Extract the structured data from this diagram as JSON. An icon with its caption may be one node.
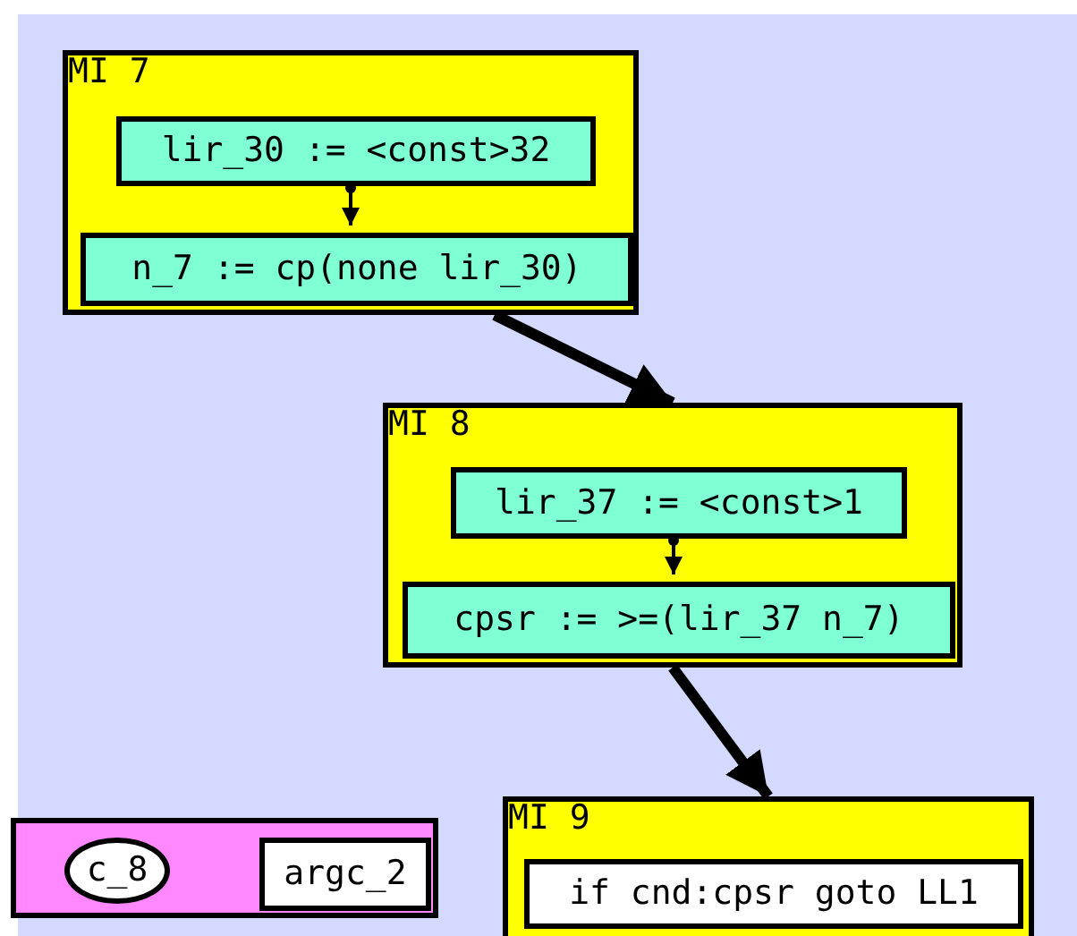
{
  "diagram": {
    "nodes": [
      {
        "text": [
          "MI 7"
        ]
      },
      {
        "text": [
          "lir_30 := <const>32"
        ],
        "in": 0
      },
      {
        "text": [
          "n_7 := cp(none lir_30)"
        ],
        "in": 0
      },
      {
        "text": [
          "MI 8"
        ]
      },
      {
        "text": [
          "lir_37 := <const>1"
        ],
        "in": 3
      },
      {
        "text": [
          "cpsr := >=(lir_37 n_7)"
        ],
        "in": 3
      },
      {
        "text": [
          "MI 9"
        ]
      },
      {
        "text": [
          "if cnd:cpsr goto LL1"
        ],
        "in": 6
      },
      {
        "text": [],
        "shape": "bar"
      },
      {
        "text": [
          "c_8"
        ],
        "in": 8
      },
      {
        "text": [
          "argc_2"
        ],
        "in": 8
      }
    ],
    "edges": [
      {
        "from": 1,
        "to": 2,
        "arrow": "to"
      },
      {
        "from": 0,
        "to": 3,
        "arrow": "to",
        "style": "thick"
      },
      {
        "from": 4,
        "to": 5,
        "arrow": "to"
      },
      {
        "from": 3,
        "to": 6,
        "arrow": "to",
        "style": "thick"
      }
    ]
  }
}
